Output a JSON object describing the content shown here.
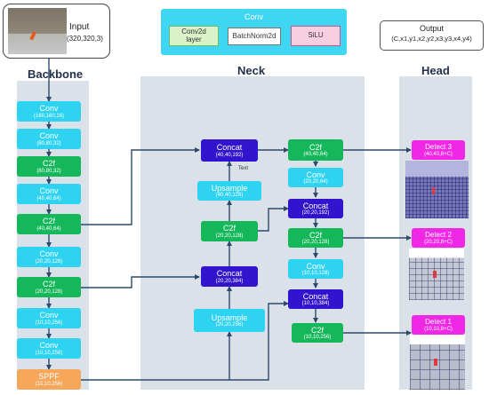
{
  "input": {
    "label": "Input",
    "shape": "(320,320,3)"
  },
  "output": {
    "label": "Output",
    "shape": "(C,x1,y1,x2,y2,x3,y3,x4,y4)"
  },
  "legend": {
    "title": "Conv",
    "conv2d": "Conv2d\nlayer",
    "batchnorm": "BatchNorm2d",
    "silu": "SiLU"
  },
  "sections": {
    "backbone": "Backbone",
    "neck": "Neck",
    "head": "Head"
  },
  "annotation": "Text",
  "backbone": [
    {
      "name": "Conv",
      "shape": "(160,160,16)"
    },
    {
      "name": "Conv",
      "shape": "(80,80,32)"
    },
    {
      "name": "C2f",
      "shape": "(80,80,32)"
    },
    {
      "name": "Conv",
      "shape": "(40,40,64)"
    },
    {
      "name": "C2f",
      "shape": "(40,40,64)"
    },
    {
      "name": "Conv",
      "shape": "(20,20,128)"
    },
    {
      "name": "C2f",
      "shape": "(20,20,128)"
    },
    {
      "name": "Conv",
      "shape": "(10,10,256)"
    },
    {
      "name": "Conv",
      "shape": "(10,10,256)"
    },
    {
      "name": "SPPF",
      "shape": "(10,10,256)"
    }
  ],
  "neck_left": [
    {
      "name": "Concat",
      "shape": "(40,40,192)"
    },
    {
      "name": "Upsample",
      "shape": "(40,40,128)"
    },
    {
      "name": "C2f",
      "shape": "(20,20,128)"
    },
    {
      "name": "Concat",
      "shape": "(20,20,384)"
    },
    {
      "name": "Upsample",
      "shape": "(20,20,256)"
    }
  ],
  "neck_right": [
    {
      "name": "C2f",
      "shape": "(40,40,64)"
    },
    {
      "name": "Conv",
      "shape": "(20,20,64)"
    },
    {
      "name": "Concat",
      "shape": "(20,20,192)"
    },
    {
      "name": "C2f",
      "shape": "(20,20,128)"
    },
    {
      "name": "Conv",
      "shape": "(10,10,128)"
    },
    {
      "name": "Concat",
      "shape": "(10,10,384)"
    },
    {
      "name": "C2f",
      "shape": "(10,10,256)"
    }
  ],
  "detect": [
    {
      "name": "Detect 3",
      "shape": "(40,40,8+C)"
    },
    {
      "name": "Detect 2",
      "shape": "(20,20,8+C)"
    },
    {
      "name": "Detect 1",
      "shape": "(10,10,8+C)"
    }
  ],
  "colors": {
    "conv": "#2ed3f2",
    "c2f": "#14b85a",
    "concat": "#3214cf",
    "sppf": "#f7a75a",
    "detect": "#f127e6",
    "arrow": "#2c4a6e",
    "panel": "#dbe1e9"
  }
}
